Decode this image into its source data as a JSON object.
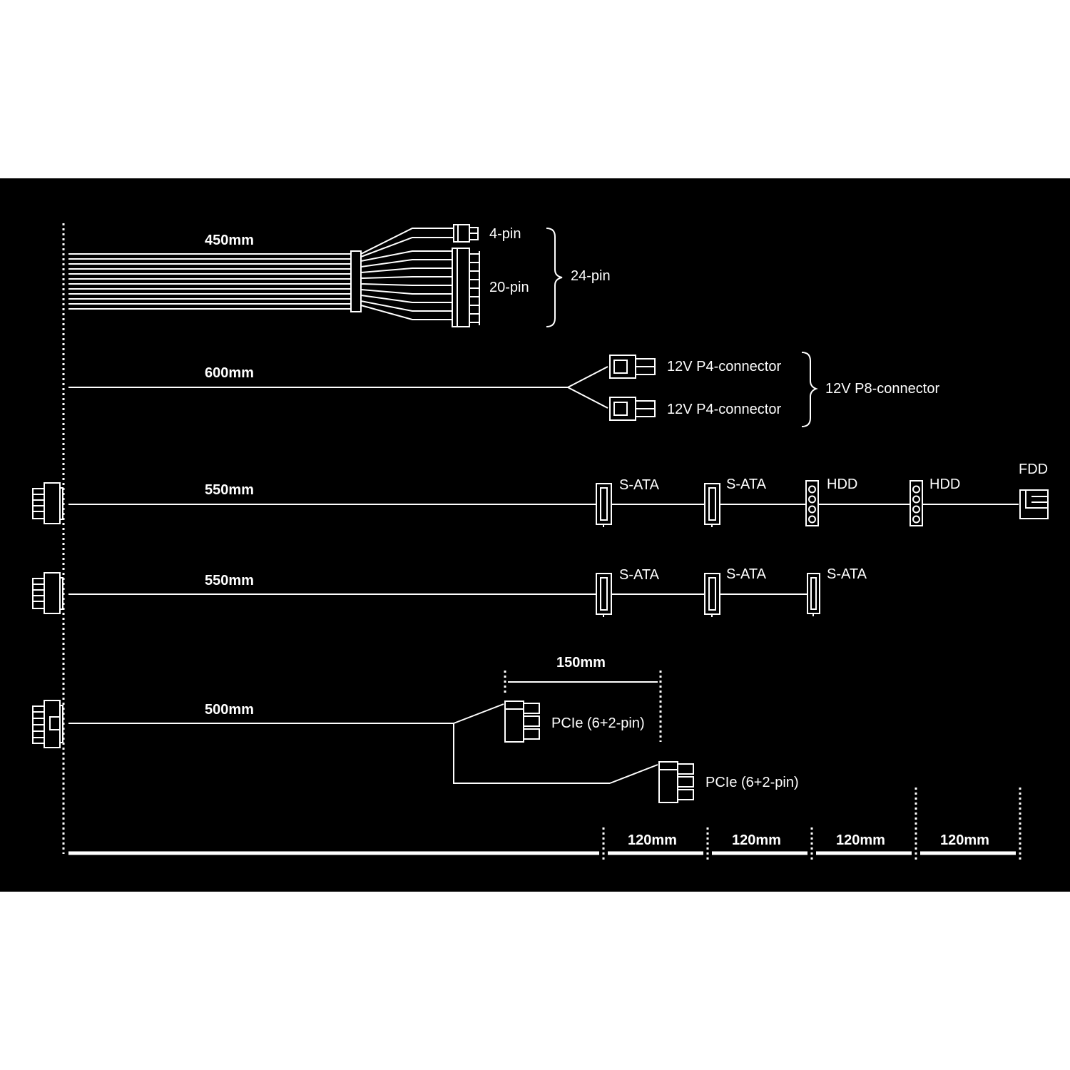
{
  "colors": {
    "background": "#000000",
    "foreground": "#ffffff",
    "page": "#ffffff"
  },
  "cables": [
    {
      "length": "450mm",
      "connectors": [
        {
          "label": "4-pin",
          "icon": "atx-4pin-connector-icon"
        },
        {
          "label": "20-pin",
          "icon": "atx-20pin-connector-icon"
        }
      ],
      "group_label": "24-pin"
    },
    {
      "length": "600mm",
      "connectors": [
        {
          "label": "12V P4-connector",
          "icon": "p4-connector-icon"
        },
        {
          "label": "12V P4-connector",
          "icon": "p4-connector-icon"
        }
      ],
      "group_label": "12V P8-connector"
    },
    {
      "length": "550mm",
      "connectors": [
        {
          "label": "S-ATA",
          "icon": "sata-connector-icon"
        },
        {
          "label": "S-ATA",
          "icon": "sata-connector-icon"
        },
        {
          "label": "HDD",
          "icon": "molex-connector-icon"
        },
        {
          "label": "HDD",
          "icon": "molex-connector-icon"
        },
        {
          "label": "FDD",
          "icon": "fdd-connector-icon"
        }
      ]
    },
    {
      "length": "550mm",
      "connectors": [
        {
          "label": "S-ATA",
          "icon": "sata-connector-icon"
        },
        {
          "label": "S-ATA",
          "icon": "sata-connector-icon"
        },
        {
          "label": "S-ATA",
          "icon": "sata-connector-icon"
        }
      ]
    },
    {
      "length": "500mm",
      "branch_length": "150mm",
      "connectors": [
        {
          "label": "PCIe (6+2-pin)",
          "icon": "pcie-connector-icon"
        },
        {
          "label": "PCIe (6+2-pin)",
          "icon": "pcie-connector-icon"
        }
      ]
    }
  ],
  "scale": [
    "120mm",
    "120mm",
    "120mm",
    "120mm"
  ]
}
